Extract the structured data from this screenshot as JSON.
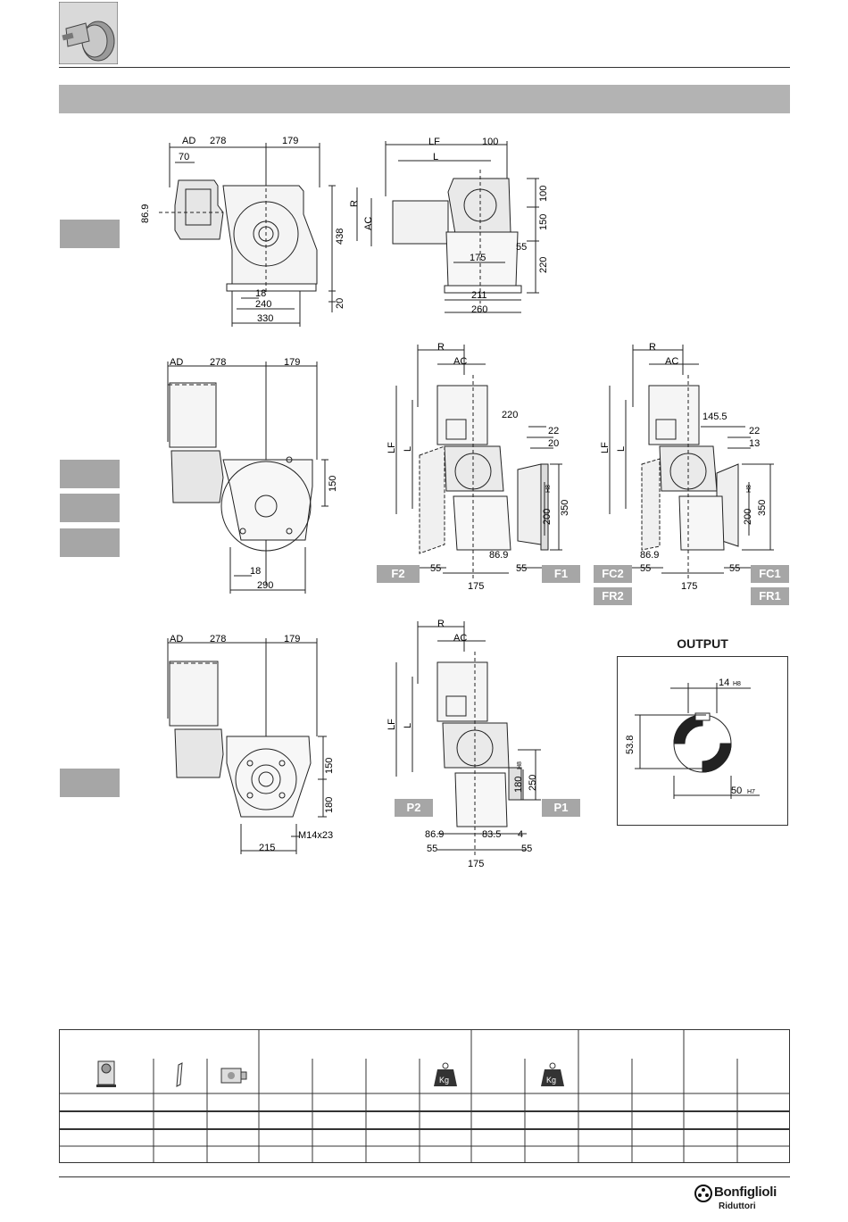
{
  "tags": {
    "f1": "F1",
    "f2": "F2",
    "fc1": "FC1",
    "fc2": "FC2",
    "fr1": "FR1",
    "fr2": "FR2",
    "p1": "P1",
    "p2": "P2"
  },
  "output": {
    "title": "OUTPUT",
    "key": "14",
    "key_tol": "H8",
    "height": "53.8",
    "bore": "50",
    "bore_tol": "H7"
  },
  "dims": {
    "ad": "AD",
    "ac": "AC",
    "r": "R",
    "l": "L",
    "lf": "LF",
    "d278": "278",
    "d179": "179",
    "d70": "70",
    "d869": "86.9",
    "d438": "438",
    "d20a": "20",
    "d18": "18",
    "d240": "240",
    "d330": "330",
    "d100a": "100",
    "d100b": "100",
    "d150": "150",
    "d220": "220",
    "d55": "55",
    "d175": "175",
    "d211": "211",
    "d260": "260",
    "d290": "290",
    "d1455": "145.5",
    "d22": "22",
    "d20b": "20",
    "d13": "13",
    "d200": "200",
    "h8": "H8",
    "d350": "350",
    "d250": "250",
    "d180": "180",
    "d835": "83.5",
    "d4": "4",
    "d215": "215",
    "m14": "M14x23"
  },
  "brand": {
    "name": "Bonfiglioli",
    "sub": "Riduttori"
  },
  "weight_unit": "Kg",
  "colors": {
    "band": "#b3b3b3",
    "tag": "#a6a6a6",
    "line": "#333333"
  }
}
